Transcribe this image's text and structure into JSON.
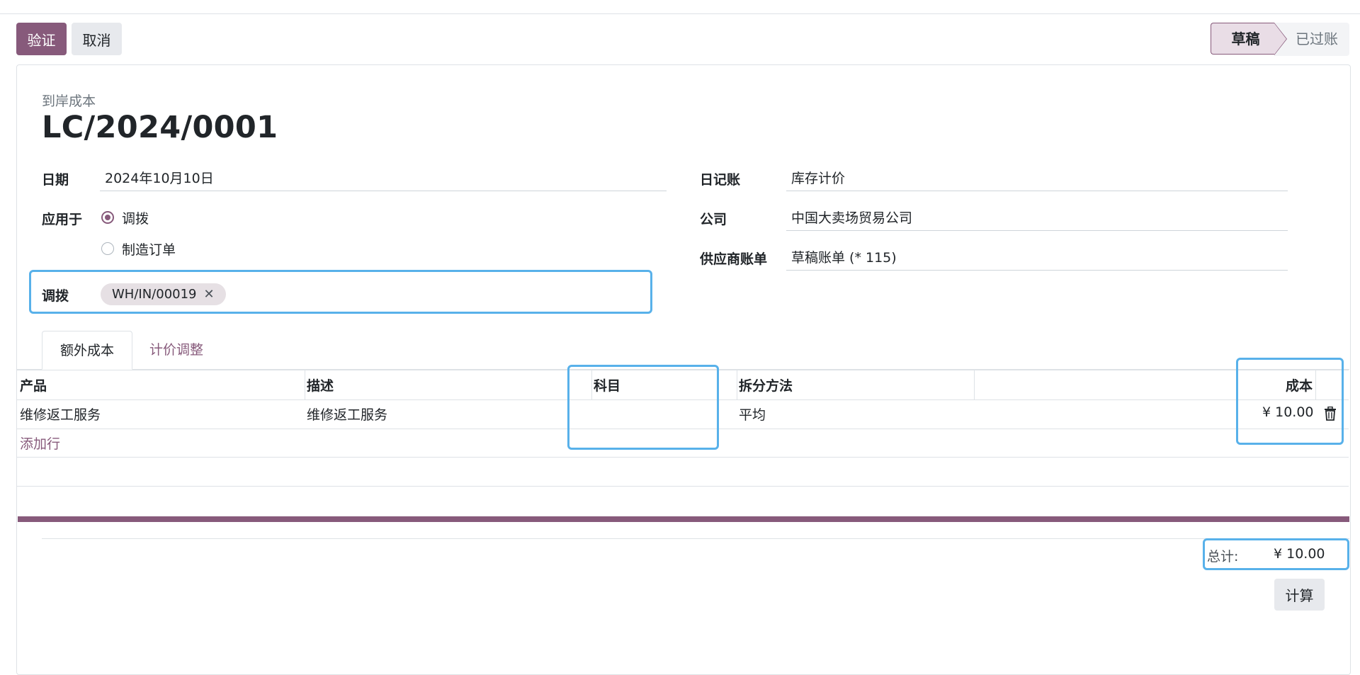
{
  "toolbar": {
    "validate_label": "验证",
    "cancel_label": "取消"
  },
  "statusbar": {
    "draft": "草稿",
    "posted": "已过账"
  },
  "record": {
    "subtitle": "到岸成本",
    "name": "LC/2024/0001"
  },
  "fields": {
    "date_label": "日期",
    "date_value": "2024年10月10日",
    "apply_label": "应用于",
    "apply_opt1": "调拨",
    "apply_opt2": "制造订单",
    "transfers_label": "调拨",
    "transfer_tag": "WH/IN/00019",
    "tag_remove": "✕",
    "journal_label": "日记账",
    "journal_value": "库存计价",
    "company_label": "公司",
    "company_value": "中国大卖场贸易公司",
    "vendor_bill_label": "供应商账单",
    "vendor_bill_value": "草稿账单 (* 115)"
  },
  "tabs": {
    "extra_costs": "额外成本",
    "valuation": "计价调整"
  },
  "table": {
    "headers": {
      "product": "产品",
      "description": "描述",
      "account": "科目",
      "split": "拆分方法",
      "cost": "成本"
    },
    "rows": [
      {
        "product": "维修返工服务",
        "description": "维修返工服务",
        "account": "",
        "split": "平均",
        "cost": "¥ 10.00"
      }
    ],
    "add_line": "添加行"
  },
  "summary": {
    "total_label": "总计:",
    "total_value": "¥ 10.00",
    "compute_label": "计算"
  },
  "colors": {
    "brand": "#875a7b",
    "highlight": "#58b1ea"
  },
  "icons": {
    "delete": "trash-icon",
    "remove_tag": "close-icon"
  }
}
